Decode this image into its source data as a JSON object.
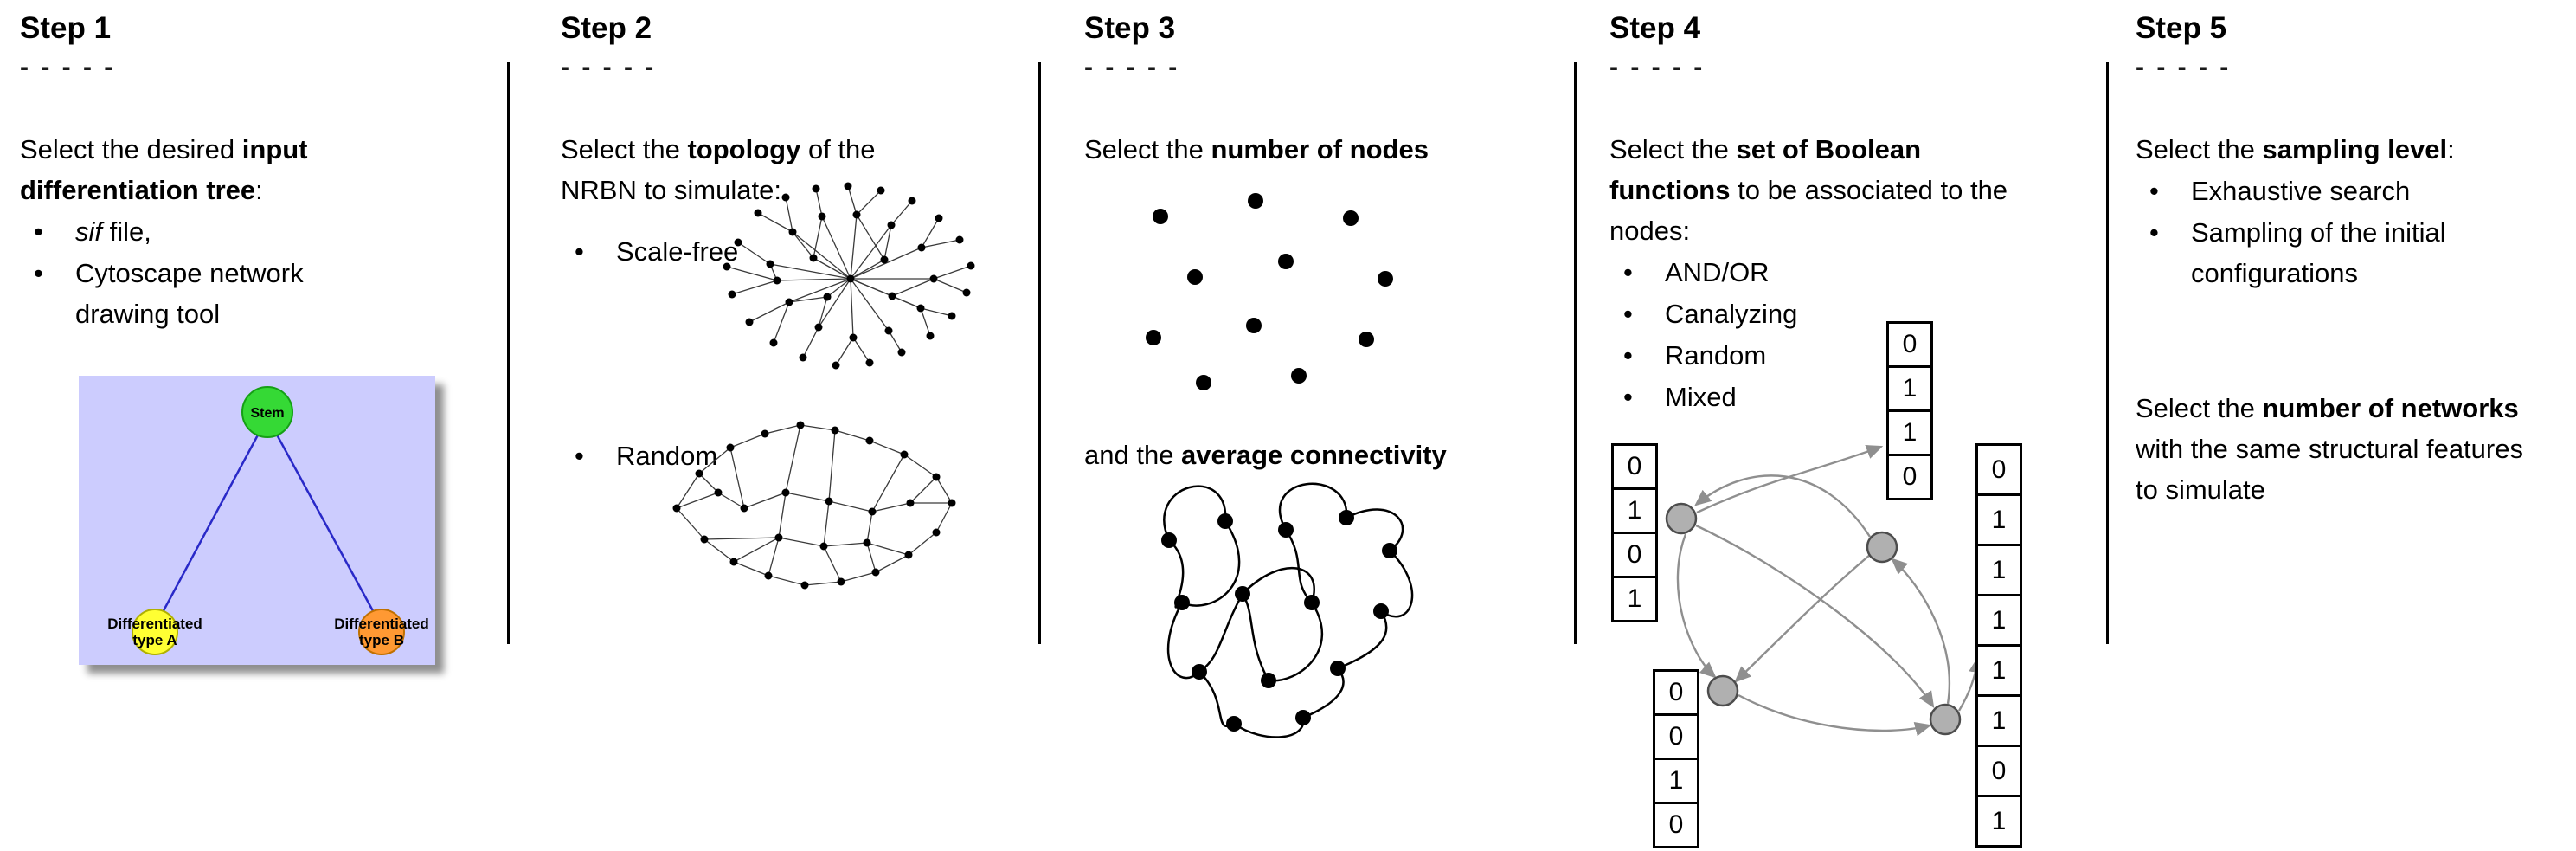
{
  "colors": {
    "divider": "#000000",
    "network_edge": "#3a3a3a",
    "dot_black": "#000000",
    "node_gray": "#b0b0b0",
    "node_gray_stroke": "#4d4d4d",
    "arrow_gray": "#8f8f8f"
  },
  "steps": [
    {
      "title": "Step 1",
      "dashes": "- - - - -",
      "intro_pre": "Select the desired ",
      "intro_bold": "input differentiation tree",
      "intro_post": ":",
      "bullet1_italic": "sif",
      "bullet1_rest": " file,",
      "bullet2": "Cytoscape network drawing tool",
      "tree": {
        "background": "#ccccfe",
        "edge_color": "#2929c8",
        "root_color": "#35d935",
        "left_color": "#ffff33",
        "right_color": "#ff9933",
        "root_label": "Stem",
        "left_label_line1": "Differentiated",
        "left_label_line2": "type A",
        "right_label_line1": "Differentiated",
        "right_label_line2": "type B"
      }
    },
    {
      "title": "Step 2",
      "dashes": "- - - - -",
      "intro_pre": "Select the ",
      "intro_bold": "topology",
      "intro_post": " of the NRBN to simulate:",
      "bullet1": "Scale-free",
      "bullet2": "Random"
    },
    {
      "title": "Step 3",
      "dashes": "- - - - -",
      "line1_pre": "Select the ",
      "line1_bold": "number of nodes",
      "line2_pre": "and the ",
      "line2_bold": "average connectivity"
    },
    {
      "title": "Step 4",
      "dashes": "- - - - -",
      "intro_pre": "Select the ",
      "intro_bold": "set of Boolean functions",
      "intro_post": " to be associated to the nodes:",
      "bullets": [
        "AND/OR",
        "Canalyzing",
        "Random",
        "Mixed"
      ],
      "tables": {
        "top": [
          "0",
          "1",
          "1",
          "0"
        ],
        "left": [
          "0",
          "1",
          "0",
          "1"
        ],
        "bottom": [
          "0",
          "0",
          "1",
          "0"
        ],
        "right": [
          "0",
          "1",
          "1",
          "1",
          "1",
          "1",
          "0",
          "1"
        ]
      }
    },
    {
      "title": "Step 5",
      "dashes": "- - - - -",
      "intro_pre": "Select the ",
      "intro_bold": "sampling level",
      "intro_post": ":",
      "bullet1": "Exhaustive search",
      "bullet2": "Sampling of the initial configurations",
      "para2_pre": "Select the ",
      "para2_bold": "number of networks",
      "para2_post": " with the same structural features to simulate"
    }
  ]
}
